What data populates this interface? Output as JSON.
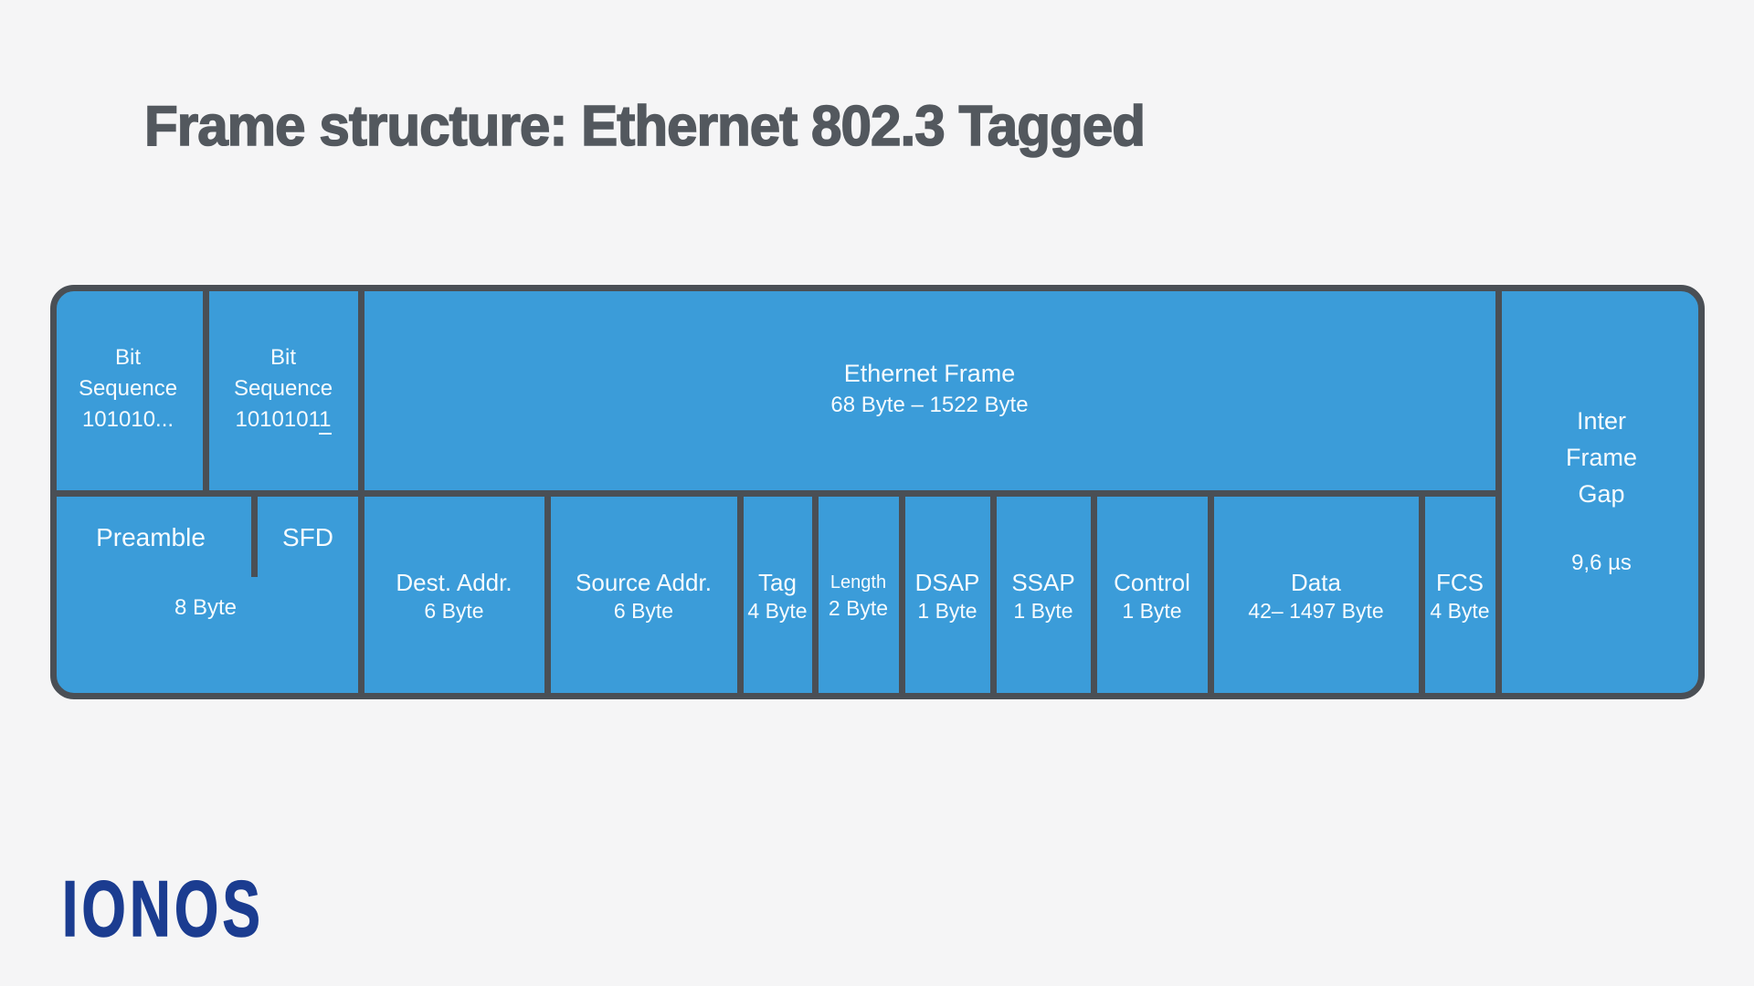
{
  "title": "Frame structure: Ethernet 802.3 Tagged",
  "logo": {
    "text": "IONOS",
    "color": "#1B3C90"
  },
  "colors": {
    "background": "#F5F5F6",
    "box_fill": "#3B9CD9",
    "box_border": "#4A4F55",
    "cell_text": "#F6FBFE",
    "title_text": "#53585E"
  },
  "diagram": {
    "top_row": {
      "bit_sequence_1": {
        "lines": [
          "Bit",
          "Sequence",
          "101010..."
        ]
      },
      "bit_sequence_2": {
        "line1": "Bit",
        "line2": "Sequence",
        "value_prefix": "1010101",
        "value_underlined": "1"
      },
      "ethernet_frame": {
        "label": "Ethernet Frame",
        "size": "68 Byte – 1522 Byte"
      }
    },
    "inter_frame_gap": {
      "lines": [
        "Inter",
        "Frame",
        "Gap"
      ],
      "value": "9,6 µs"
    },
    "preamble_group": {
      "preamble": "Preamble",
      "sfd": "SFD",
      "size": "8 Byte"
    },
    "fields": [
      {
        "label": "Dest. Addr.",
        "size": "6 Byte"
      },
      {
        "label": "Source Addr.",
        "size": "6 Byte"
      },
      {
        "label": "Tag",
        "size": "4 Byte"
      },
      {
        "label": "Length",
        "size": "2 Byte"
      },
      {
        "label": "DSAP",
        "size": "1 Byte"
      },
      {
        "label": "SSAP",
        "size": "1 Byte"
      },
      {
        "label": "Control",
        "size": "1 Byte"
      },
      {
        "label": "Data",
        "size": "42– 1497 Byte"
      },
      {
        "label": "FCS",
        "size": "4 Byte"
      }
    ]
  }
}
